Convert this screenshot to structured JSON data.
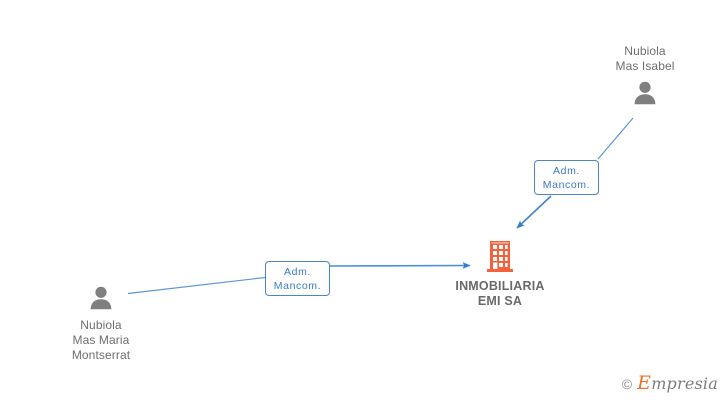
{
  "diagram": {
    "type": "org-relationship-graph",
    "background": "#ffffff",
    "accent_blue": "#4a86c8",
    "company_orange": "#f4613a",
    "person_gray": "#7f7f7f",
    "text_gray": "#6e6e6e",
    "nodes": [
      {
        "id": "person-top",
        "kind": "person",
        "icon": "person-icon",
        "label": "Nubiola\nMas Isabel",
        "label_position": "above"
      },
      {
        "id": "company",
        "kind": "company",
        "icon": "building-icon",
        "label": "INMOBILIARIA\nEMI SA",
        "label_position": "below"
      },
      {
        "id": "person-bottom",
        "kind": "person",
        "icon": "person-icon",
        "label": "Nubiola\nMas Maria\nMontserrat",
        "label_position": "below"
      }
    ],
    "edges": [
      {
        "id": "edge-top",
        "from": "person-top",
        "to": "company",
        "label": "Adm.\nMancom.",
        "arrow": true
      },
      {
        "id": "edge-left",
        "from": "person-bottom",
        "to": "company",
        "label": "Adm.\nMancom.",
        "arrow": true
      }
    ]
  },
  "watermark": {
    "copyright": "©",
    "brand_first_letter": "E",
    "brand_rest": "mpresia"
  }
}
